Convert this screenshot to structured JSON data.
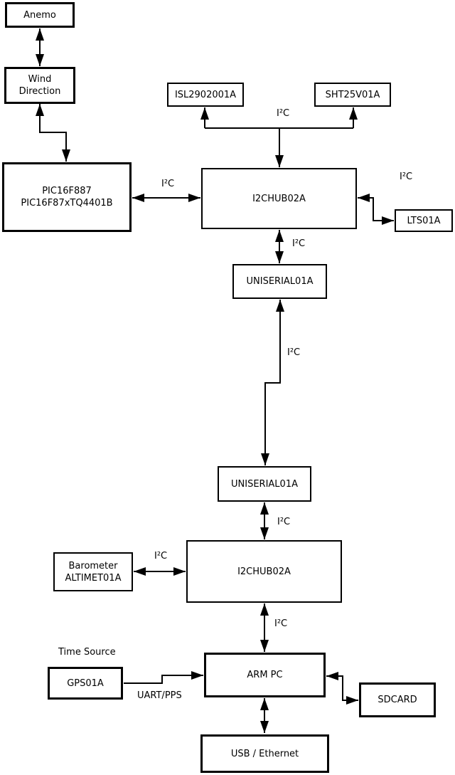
{
  "boxes": {
    "anemo": {
      "label": "Anemo"
    },
    "wind_direction": {
      "line1": "Wind",
      "line2": "Direction"
    },
    "pic": {
      "line1": "PIC16F887",
      "line2": "PIC16F87xTQ4401B"
    },
    "isl": {
      "label": "ISL2902001A"
    },
    "sht": {
      "label": "SHT25V01A"
    },
    "hub1": {
      "label": "I2CHUB02A"
    },
    "lts": {
      "label": "LTS01A"
    },
    "uniserial1": {
      "label": "UNISERIAL01A"
    },
    "uniserial2": {
      "label": "UNISERIAL01A"
    },
    "hub2": {
      "label": "I2CHUB02A"
    },
    "barometer": {
      "line1": "Barometer",
      "line2": "ALTIMET01A"
    },
    "arm_pc": {
      "label": "ARM PC"
    },
    "gps": {
      "label": "GPS01A"
    },
    "sdcard": {
      "label": "SDCARD"
    },
    "usb_ethernet": {
      "label": "USB / Ethernet"
    }
  },
  "edge_labels": {
    "bus_top": "I²C",
    "hub1_left": "I²C",
    "hub1_right": "I²C",
    "hub1_bottom": "I²C",
    "uniserial_link": "I²C",
    "uniserial2_hub2": "I²C",
    "barometer_hub2": "I²C",
    "hub2_arm": "I²C",
    "time_source": "Time Source",
    "uart_pps": "UART/PPS"
  },
  "colors": {
    "stroke": "#000000",
    "background": "#ffffff",
    "text": "#000000"
  }
}
